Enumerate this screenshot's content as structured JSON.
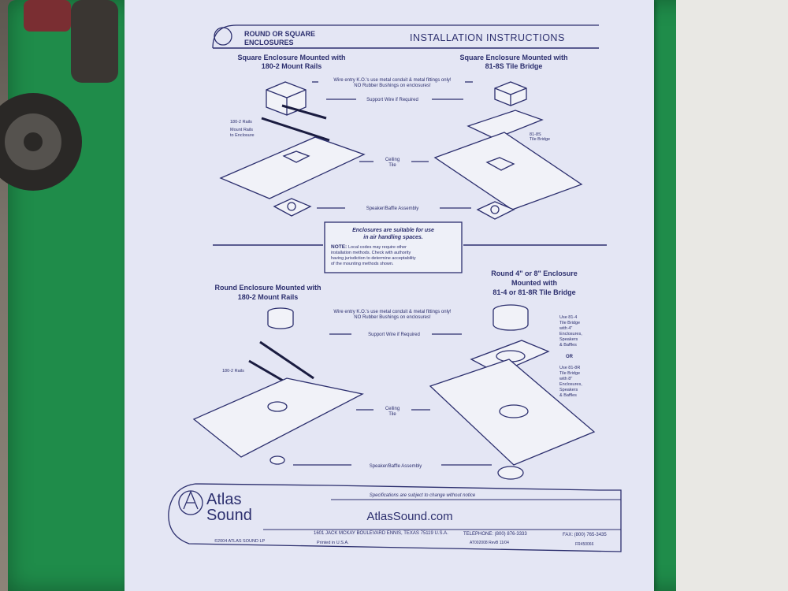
{
  "header": {
    "type": "ROUND OR SQUARE",
    "type2": "ENCLOSURES",
    "title": "INSTALLATION INSTRUCTIONS"
  },
  "top": {
    "left_title_1": "Square Enclosure Mounted with",
    "left_title_2": "180-2 Mount Rails",
    "right_title_1": "Square Enclosure Mounted with",
    "right_title_2": "81-8S Tile Bridge",
    "wire_note_1": "Wire entry K.O.'s use metal conduit & metal fittings only!",
    "wire_note_2": "NO Rubber Bushings on enclosures!",
    "support_wire": "Support Wire if Required",
    "rails_label": "180-2 Rails",
    "mount_rails_1": "Mount Rails",
    "mount_rails_2": "to Enclosure",
    "tile_bridge_1": "81-8S",
    "tile_bridge_2": "Tile Bridge",
    "ceiling_1": "Ceiling",
    "ceiling_2": "Tile",
    "speaker": "Speaker/Baffle Assembly"
  },
  "notice": {
    "line1": "Enclosures are suitable for use",
    "line2": "in air handling spaces.",
    "note_label": "NOTE:",
    "note1": "Local codes may require other",
    "note2": "installation methods. Check with authority",
    "note3": "having jurisdiction to determine acceptability",
    "note4": "of the mounting methods shown."
  },
  "bottom": {
    "left_title_1": "Round Enclosure Mounted with",
    "left_title_2": "180-2 Mount Rails",
    "right_title_1": "Round 4\" or 8\" Enclosure",
    "right_title_2": "Mounted with",
    "right_title_3": "81-4 or 81-8R Tile Bridge",
    "wire_note_1": "Wire entry K.O.'s use metal conduit & metal fittings only!",
    "wire_note_2": "NO Rubber Bushings on enclosures!",
    "support_wire": "Support Wire if Required",
    "rails_label": "180-2 Rails",
    "ceiling_1": "Ceiling",
    "ceiling_2": "Tile",
    "speaker": "Speaker/Baffle Assembly",
    "use_a": [
      "Use 81-4",
      "Tile Bridge",
      "with 4\"",
      "Enclosures,",
      "Speakers",
      "& Baffles"
    ],
    "or": "OR",
    "use_b": [
      "Use 81-8R",
      "Tile Bridge",
      "with 8\"",
      "Enclosures,",
      "Speakers",
      "& Baffles"
    ]
  },
  "footer": {
    "brand_1": "Atlas",
    "brand_2": "Sound",
    "spec_note": "Specifications are subject to change without notice",
    "website": "AtlasSound.com",
    "address": "1601 JACK MCKAY BOULEVARD ENNIS, TEXAS 75119 U.S.A.",
    "phone": "TELEPHONE: (800) 876-3333",
    "fax": "FAX: (800) 765-3435",
    "copyright": "©2004 ATLAS SOUND LP",
    "printed": "Printed in U.S.A.",
    "code": "AT002008 RevB 11/04",
    "doc": "FR450066"
  },
  "colors": {
    "ink": "#2c2f6e",
    "paper": "#e4e6f4",
    "board": "#1f8c4a"
  }
}
